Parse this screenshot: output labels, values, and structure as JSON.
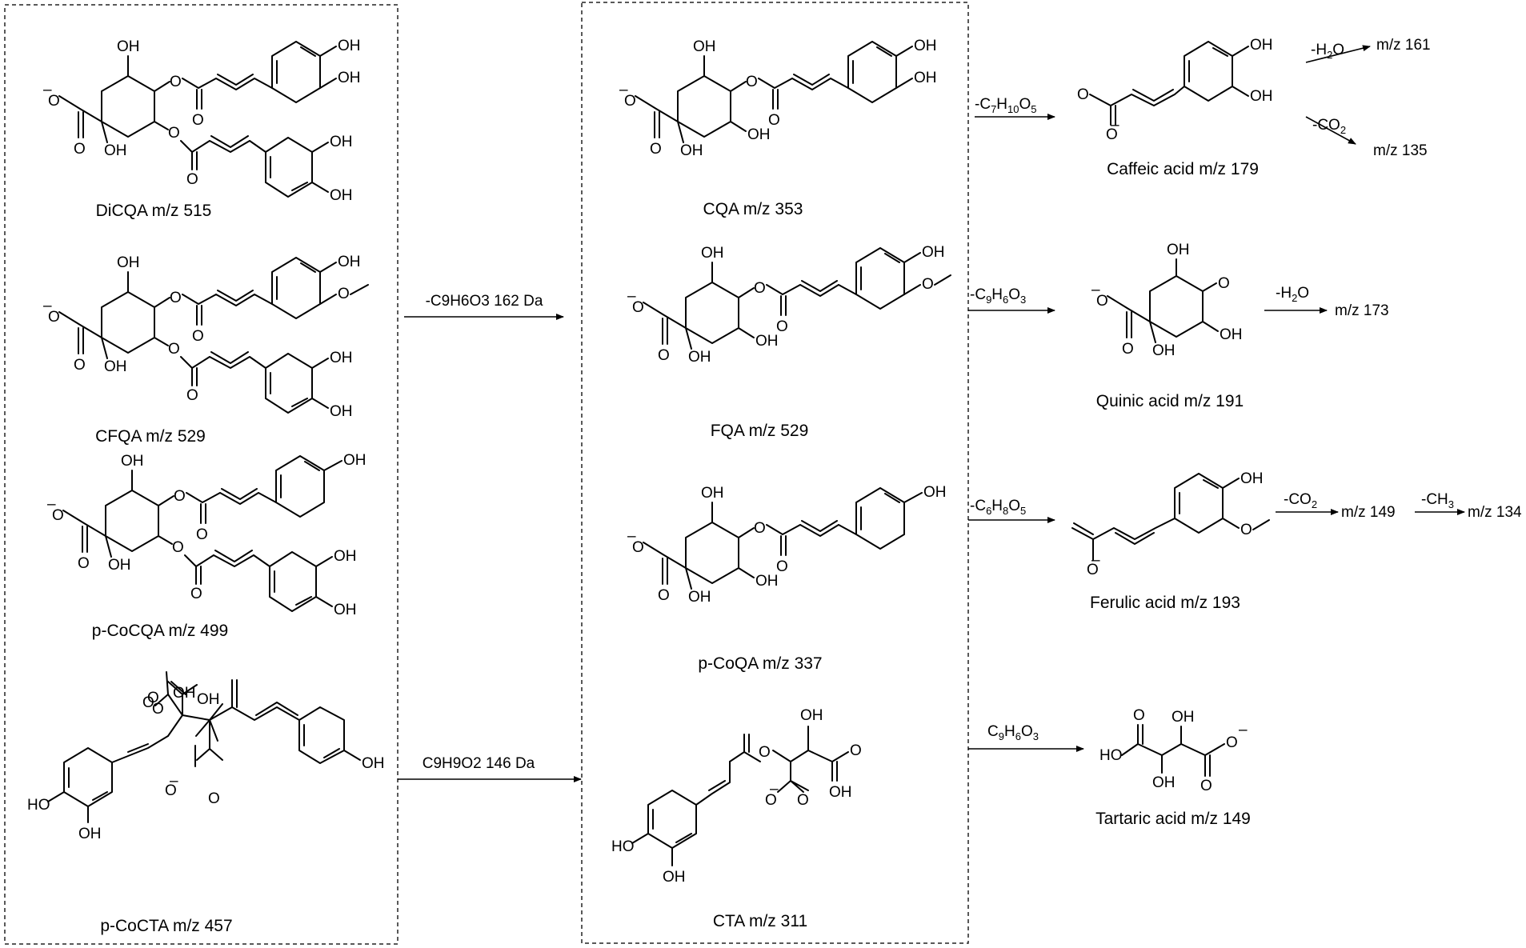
{
  "left_group": {
    "compounds": [
      {
        "label": "DiCQA m/z 515"
      },
      {
        "label": "CFQA m/z 529"
      },
      {
        "label": "p-CoCQA m/z 499"
      },
      {
        "label": "p-CoCTA m/z 457"
      }
    ]
  },
  "middle_group": {
    "compounds": [
      {
        "label": "CQA m/z 353"
      },
      {
        "label": "FQA m/z 529"
      },
      {
        "label": "p-CoQA m/z 337"
      },
      {
        "label": "CTA m/z 311"
      }
    ]
  },
  "transitions": {
    "left_to_middle_top": {
      "loss": "-C9H6O3 162 Da"
    },
    "left_to_middle_bottom": {
      "loss": "C9H9O2 146 Da"
    }
  },
  "fragments": [
    {
      "from": "CQA m/z 353",
      "loss": "-C7H10O5",
      "product": "Caffeic acid m/z 179",
      "further": [
        {
          "loss": "-H2O",
          "product": "m/z 161"
        },
        {
          "loss": "-CO2",
          "product": "m/z 135"
        }
      ]
    },
    {
      "from": "FQA m/z 529",
      "loss": "-C9H6O3",
      "product": "Quinic acid m/z 191",
      "further": [
        {
          "loss": "-H2O",
          "product": "m/z 173"
        }
      ]
    },
    {
      "from": "p-CoQA m/z 337",
      "loss": "-C6H8O5",
      "product": "Ferulic acid m/z 193",
      "further": [
        {
          "loss": "-CO2",
          "product": "m/z 149"
        },
        {
          "loss": "-CH3",
          "product": "m/z 134"
        }
      ]
    },
    {
      "from": "CTA m/z 311",
      "loss": "C9H6O3",
      "product": "Tartaric acid m/z 149",
      "further": []
    }
  ],
  "atom_labels": {
    "oh": "OH",
    "ho": "HO",
    "o": "O",
    "minus": "–"
  }
}
